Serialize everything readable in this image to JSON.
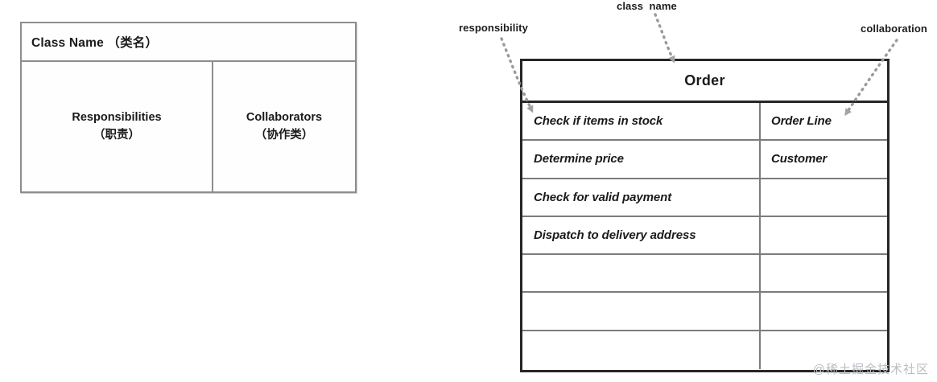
{
  "page": {
    "background": "#ffffff",
    "watermark": "@稀土掘金技术社区"
  },
  "crc_template": {
    "header_label": "Class Name （类名）",
    "columns": [
      {
        "label_en": "Responsibilities",
        "label_cn": "（职责）"
      },
      {
        "label_en": "Collaborators",
        "label_cn": "（协作类）"
      }
    ],
    "border_color": "#8d8d8d"
  },
  "crc_card": {
    "class_name": "Order",
    "border_color": "#262626",
    "grid_color": "#7c7c7c",
    "rows": [
      {
        "responsibility": "Check if items in stock",
        "collaboration": "Order Line"
      },
      {
        "responsibility": "Determine price",
        "collaboration": "Customer"
      },
      {
        "responsibility": "Check for valid payment",
        "collaboration": ""
      },
      {
        "responsibility": "Dispatch to delivery address",
        "collaboration": ""
      },
      {
        "responsibility": "",
        "collaboration": ""
      },
      {
        "responsibility": "",
        "collaboration": ""
      },
      {
        "responsibility": "",
        "collaboration": ""
      }
    ]
  },
  "annotations": [
    {
      "id": "responsibility",
      "label": "responsibility"
    },
    {
      "id": "class_name",
      "label": "class  name"
    },
    {
      "id": "collaboration",
      "label": "collaboration"
    }
  ],
  "annotation_style": {
    "line_color": "#9a9a9a",
    "arrow_color": "#a0a0a0"
  }
}
